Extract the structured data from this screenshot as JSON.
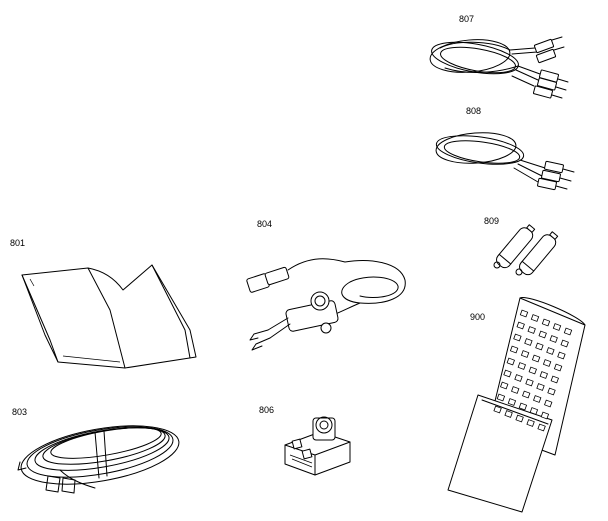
{
  "parts": [
    {
      "id": "p801",
      "number": "801",
      "icon": "manual-booklet"
    },
    {
      "id": "p803",
      "number": "803",
      "icon": "flat-antenna-cable"
    },
    {
      "id": "p804",
      "number": "804",
      "icon": "antenna-adapter-cable"
    },
    {
      "id": "p806",
      "number": "806",
      "icon": "matching-transformer"
    },
    {
      "id": "p807",
      "number": "807",
      "icon": "av-cable-dual"
    },
    {
      "id": "p808",
      "number": "808",
      "icon": "av-cable-single"
    },
    {
      "id": "p809",
      "number": "809",
      "icon": "batteries"
    },
    {
      "id": "p900",
      "number": "900",
      "icon": "remote-control"
    }
  ]
}
